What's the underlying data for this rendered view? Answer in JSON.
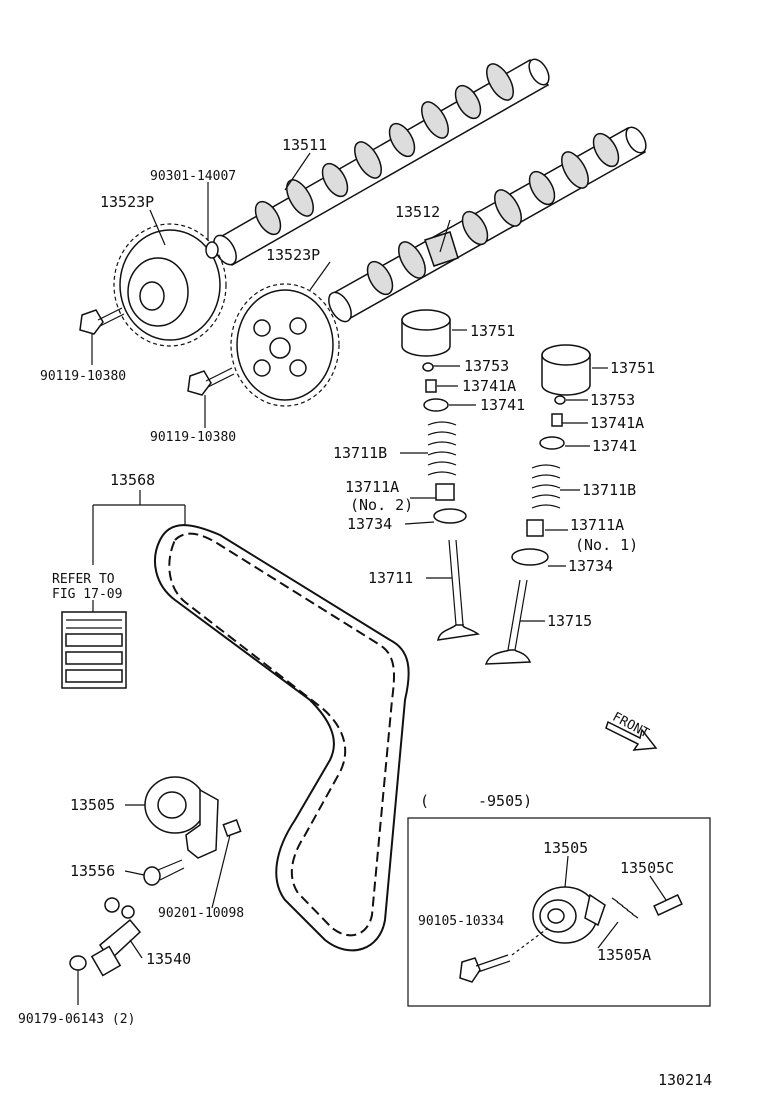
{
  "labels": {
    "camshaft_exhaust": "13511",
    "camshaft_intake": "13512",
    "bolt_90301": "90301-14007",
    "pulley_top": "13523P",
    "pulley_bottom": "13523P",
    "bolt_left_a": "90119-10380",
    "bolt_left_b": "90119-10380",
    "lifter_a": "13751",
    "shim_a": "13753",
    "keeper_a": "13741A",
    "retainer_a": "13741",
    "spring_a": "13711B",
    "seat_a_1": "13711A",
    "seat_a_2": "(No. 2)",
    "washer_a": "13734",
    "valve_a": "13711",
    "lifter_b": "13751",
    "shim_b": "13753",
    "keeper_b": "13741A",
    "retainer_b": "13741",
    "spring_b": "13711B",
    "seat_b_1": "13711A",
    "seat_b_2": "(No. 1)",
    "washer_b": "13734",
    "valve_b": "13715",
    "belt": "13568",
    "refer_1": "REFER TO",
    "refer_2": "FIG 17-09",
    "tensioner": "13505",
    "bolt_13556": "13556",
    "nut_90201": "90201-10098",
    "damper": "13540",
    "nut_90179": "90179-06143 (2)",
    "front": "FRONT",
    "inset_range_open": "(",
    "inset_range": "-9505)",
    "inset_tensioner": "13505",
    "inset_spring_cap": "13505C",
    "inset_bolt": "90105-10334",
    "inset_spring": "13505A",
    "figure_number": "130214"
  }
}
